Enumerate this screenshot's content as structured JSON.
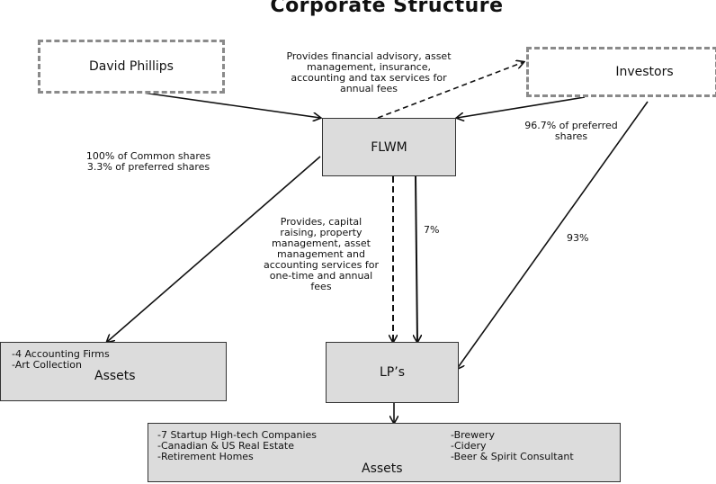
{
  "title": "Corporate Structure",
  "nodes": {
    "david": "David Phillips",
    "investors": "Investors",
    "flwm": "FLWM",
    "lps": "LP’s",
    "assets_left": {
      "items": [
        "-4 Accounting Firms",
        "-Art Collection"
      ],
      "label": "Assets"
    },
    "assets_bottom": {
      "col1": [
        "-7 Startup High-tech Companies",
        "-Canadian & US Real Estate",
        "-Retirement Homes"
      ],
      "col2": [
        "-Brewery",
        "-Cidery",
        "-Beer & Spirit Consultant"
      ],
      "label": "Assets"
    }
  },
  "notes": {
    "flwm_to_investors": [
      "Provides financial advisory, asset",
      "management, insurance,",
      "accounting and tax services for",
      "annual fees"
    ],
    "david_shares": [
      "100% of Common shares",
      "3.3% of preferred shares"
    ],
    "investors_shares": [
      "96.7% of preferred",
      "shares"
    ],
    "flwm_to_lps_services": [
      "Provides, capital",
      "raising, property",
      "management, asset",
      "management and",
      "accounting services for",
      "one-time and annual",
      "fees"
    ],
    "flwm_lp_pct": "7%",
    "investors_lp_pct": "93%"
  }
}
